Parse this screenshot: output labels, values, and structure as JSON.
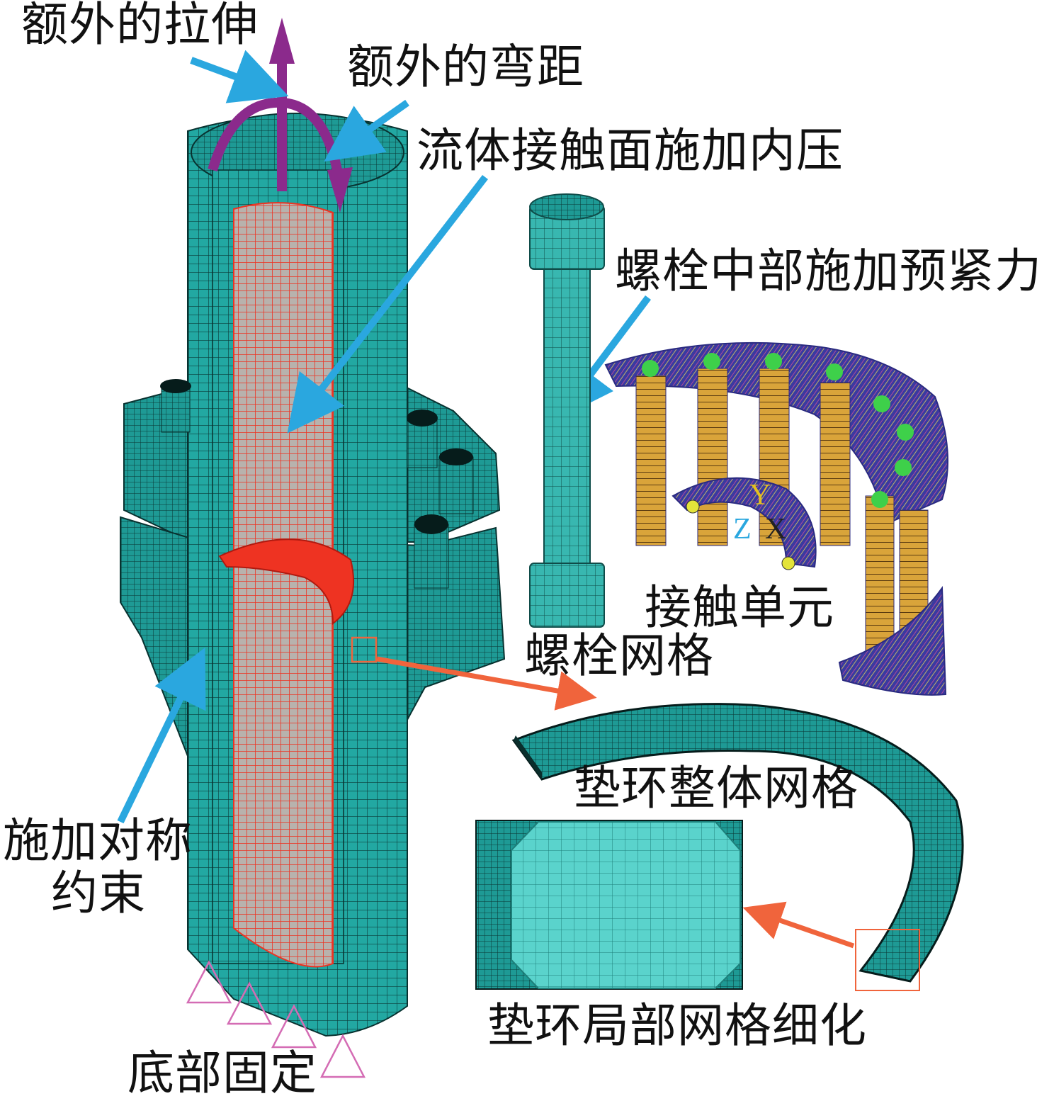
{
  "labels": {
    "extra_tension": "额外的拉伸",
    "extra_bending": "额外的弯距",
    "internal_pressure": "流体接触面施加内压",
    "bolt_preload": "螺栓中部施加预紧力",
    "contact_elements": "接触单元",
    "bolt_mesh": "螺栓网格",
    "gasket_overall_mesh": "垫环整体网格",
    "symmetry_constraint_line1": "施加对称",
    "symmetry_constraint_line2": "约束",
    "gasket_local_refinement": "垫环局部网格细化",
    "bottom_fixed": "底部固定"
  },
  "axis_triad": {
    "y": "Y",
    "z": "Z",
    "x": "X"
  },
  "colors": {
    "mesh_teal": "#1fa5a0",
    "mesh_light": "#5fd6d0",
    "pressure_red": "#ee3322",
    "callout_blue": "#2aa7df",
    "load_purple": "#8b2a8c",
    "detail_orange": "#f0643c",
    "contact_navy": "#3a3aa0",
    "bolt_gold": "#d9a43a",
    "support_pink": "#d46cb4"
  }
}
